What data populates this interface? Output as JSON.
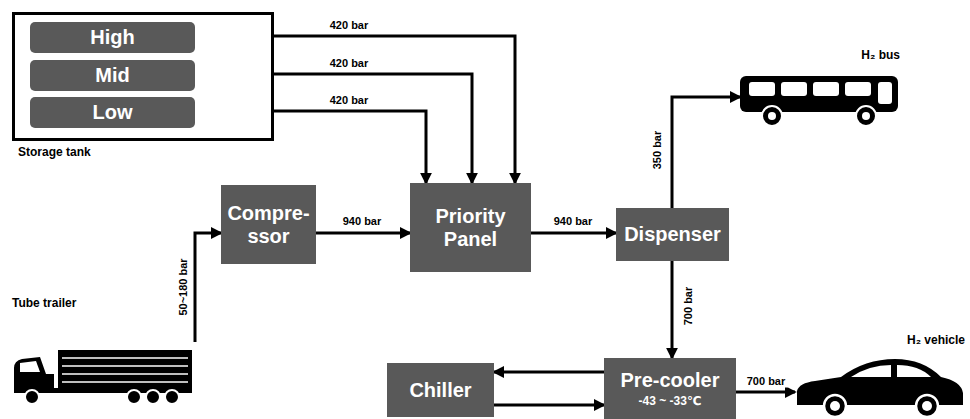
{
  "diagram": {
    "nodes": [
      {
        "text": [
          "Storage tank"
        ]
      },
      {
        "text": [
          "High"
        ],
        "in": 0
      },
      {
        "text": [
          "Mid"
        ],
        "in": 0
      },
      {
        "text": [
          "Low"
        ],
        "in": 0
      },
      {
        "text": [
          "H₂ bus"
        ]
      },
      {
        "text": [
          "Compre- ssor"
        ]
      },
      {
        "text": [
          "Priority Panel"
        ]
      },
      {
        "text": [
          "Dispenser"
        ]
      },
      {
        "text": [
          "Tube trailer"
        ]
      },
      {
        "text": [
          "Chiller"
        ]
      },
      {
        "text": [
          "Pre-cooler",
          "-43 ~ -33℃"
        ]
      },
      {
        "text": [
          "H₂ vehicle"
        ]
      }
    ],
    "edges": [
      {
        "from": 8,
        "to": 5,
        "arrow": "to",
        "label": "50~180 bar"
      },
      {
        "from": 5,
        "to": 6,
        "arrow": "to",
        "label": "940 bar"
      },
      {
        "from": 6,
        "to": 1,
        "arrow": "both",
        "label": "420 bar"
      },
      {
        "from": 6,
        "to": 2,
        "arrow": "both",
        "label": "420 bar"
      },
      {
        "from": 6,
        "to": 3,
        "arrow": "both",
        "label": "420 bar"
      },
      {
        "from": 6,
        "to": 7,
        "arrow": "to",
        "label": "940 bar"
      },
      {
        "from": 7,
        "to": 4,
        "arrow": "to",
        "label": "350 bar"
      },
      {
        "from": 7,
        "to": 10,
        "arrow": "to",
        "label": "700 bar"
      },
      {
        "from": 10,
        "to": 9,
        "arrow": "to"
      },
      {
        "from": 9,
        "to": 10,
        "arrow": "to"
      },
      {
        "from": 10,
        "to": 11,
        "arrow": "to",
        "label": "700 bar"
      }
    ]
  }
}
